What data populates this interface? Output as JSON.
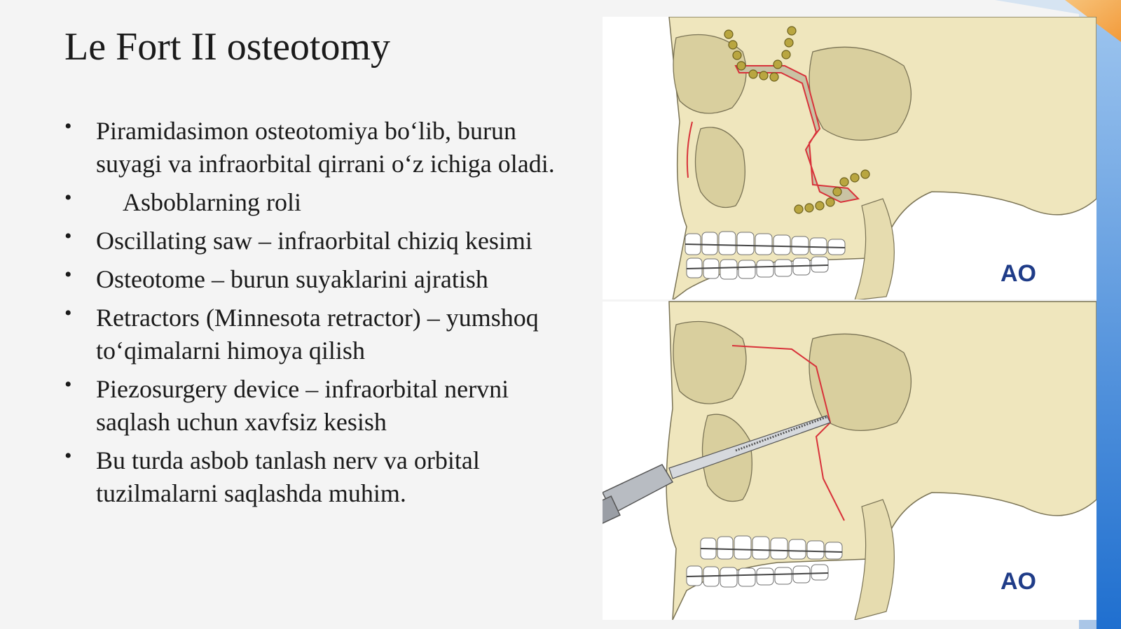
{
  "slide": {
    "title": "Le Fort II osteotomy",
    "bullets": [
      {
        "text": "Piramidasimon osteotomiya bo‘lib, burun suyagi va infraorbital qirrani o‘z ichiga oladi.",
        "indent": false
      },
      {
        "text": "Asboblarning roli",
        "indent": true
      },
      {
        "text": "Oscillating saw – infraorbital chiziq kesimi",
        "indent": false
      },
      {
        "text": "Osteotome – burun suyaklarini ajratish",
        "indent": false
      },
      {
        "text": "Retractors (Minnesota retractor) – yumshoq to‘qimalarni himoya qilish",
        "indent": false
      },
      {
        "text": "Piezosurgery device – infraorbital nervni saqlash uchun xavfsiz kesish",
        "indent": false
      },
      {
        "text": "Bu turda asbob tanlash nerv va orbital tuzilmalarni saqlashda muhim.",
        "indent": false
      }
    ]
  },
  "figure": {
    "logo_top": "AO",
    "logo_bottom": "AO"
  },
  "colors": {
    "bone": "#efe6bd",
    "bone_shadow": "#d9cf9e",
    "osteotomy_line": "#d8323a",
    "plate": "#b9a640",
    "accent_blue": "#1f6fcf",
    "accent_orange": "#f29a3a"
  }
}
